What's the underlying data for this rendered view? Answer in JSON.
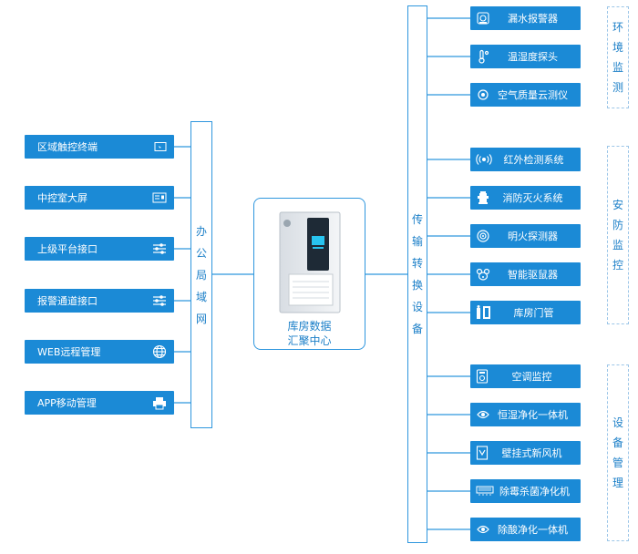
{
  "left_nodes": [
    {
      "label": "区域触控终端",
      "icon": "touch-terminal-icon"
    },
    {
      "label": "中控室大屏",
      "icon": "big-screen-icon"
    },
    {
      "label": "上级平台接口",
      "icon": "sliders-icon"
    },
    {
      "label": "报警通道接口",
      "icon": "sliders-icon"
    },
    {
      "label": "WEB远程管理",
      "icon": "globe-icon"
    },
    {
      "label": "APP移动管理",
      "icon": "printer-icon"
    }
  ],
  "left_bus": [
    "办",
    "公",
    "局",
    "域",
    "网"
  ],
  "center": {
    "line1": "库房数据",
    "line2": "汇聚中心"
  },
  "right_bus": [
    "传",
    "输",
    "转",
    "换",
    "设",
    "备"
  ],
  "right_nodes": [
    {
      "label": "漏水报警器",
      "icon": "leak-alarm-icon"
    },
    {
      "label": "温湿度探头",
      "icon": "thermometer-icon"
    },
    {
      "label": "空气质量云测仪",
      "icon": "air-quality-icon"
    },
    {
      "label": "红外检测系统",
      "icon": "infrared-icon"
    },
    {
      "label": "消防灭火系统",
      "icon": "hydrant-icon"
    },
    {
      "label": "明火探测器",
      "icon": "flame-detector-icon"
    },
    {
      "label": "智能驱鼠器",
      "icon": "mouse-repeller-icon"
    },
    {
      "label": "库房门管",
      "icon": "door-icon"
    },
    {
      "label": "空调监控",
      "icon": "air-conditioner-icon"
    },
    {
      "label": "恒湿净化一体机",
      "icon": "humidity-purifier-icon"
    },
    {
      "label": "壁挂式新风机",
      "icon": "wall-fan-icon"
    },
    {
      "label": "除霉杀菌净化机",
      "icon": "sterilizer-icon"
    },
    {
      "label": "除酸净化一体机",
      "icon": "acid-purifier-icon"
    }
  ],
  "groups": [
    {
      "chars": [
        "环",
        "境",
        "监",
        "测"
      ]
    },
    {
      "chars": [
        "安",
        "防",
        "监",
        "控"
      ]
    },
    {
      "chars": [
        "设",
        "备",
        "管",
        "理"
      ]
    }
  ],
  "colors": {
    "node": "#1b8ad6",
    "line": "#2e96de",
    "text": "#1b7fc8",
    "dash": "#9cc6e8"
  }
}
